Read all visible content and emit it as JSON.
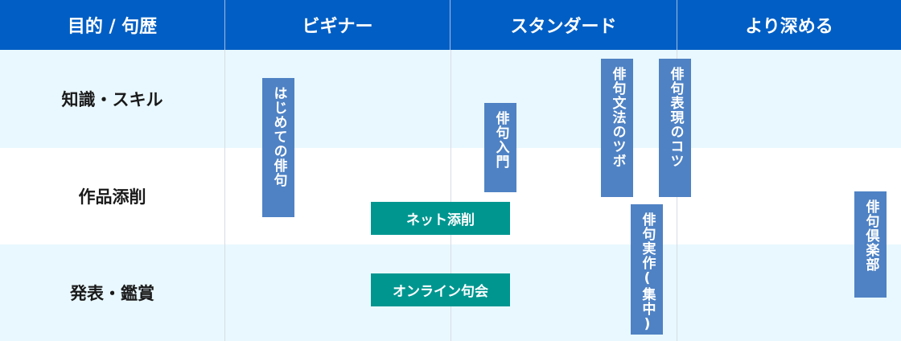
{
  "header": {
    "columns": [
      "目的 / 句歴",
      "ビギナー",
      "スタンダード",
      "より深める"
    ]
  },
  "rows": [
    {
      "label": "知識・スキル"
    },
    {
      "label": "作品添削"
    },
    {
      "label": "発表・鑑賞"
    }
  ],
  "courses": {
    "hajimete": "はじめての俳句",
    "nyumon": "俳句入門",
    "bunpo": "俳句文法のツボ",
    "hyogen": "俳句表現のコツ",
    "jissaku": "俳句実作(集中)",
    "club": "俳句倶楽部",
    "tensaku": "ネット添削",
    "kukai": "オンライン句会"
  },
  "colors": {
    "header_bg": "#005ec4",
    "row_alt_bg": "#e9f8ff",
    "vertical_course_bg": "#4f82c4",
    "horizontal_course_bg": "#009690"
  }
}
